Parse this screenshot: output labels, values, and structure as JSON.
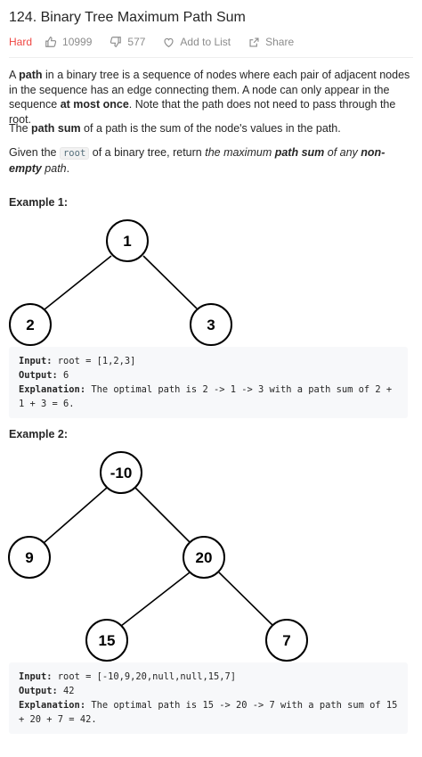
{
  "problem": {
    "title": "124. Binary Tree Maximum Path Sum",
    "difficulty": "Hard",
    "likes": "10999",
    "dislikes": "577",
    "add_to_list": "Add to List",
    "share": "Share"
  },
  "description": {
    "p1_a": "A ",
    "p1_b": "path",
    "p1_c": " in a binary tree is a sequence of nodes where each pair of adjacent nodes in the sequence has an edge connecting them. A node can only appear in the sequence ",
    "p1_d": "at most once",
    "p1_e": ". Note that the path does not need to pass through the root.",
    "p2_a": "The ",
    "p2_b": "path sum",
    "p2_c": " of a path is the sum of the node's values in the path.",
    "p3_a": "Given the ",
    "p3_code": "root",
    "p3_b": " of a binary tree, return ",
    "p3_c": "the maximum ",
    "p3_d": "path sum",
    "p3_e": " of any ",
    "p3_f": "non-empty",
    "p3_g": " path",
    "p3_h": "."
  },
  "examples": [
    {
      "title": "Example 1:",
      "nodes": [
        "1",
        "2",
        "3"
      ],
      "input_label": "Input:",
      "input": " root = [1,2,3]",
      "output_label": "Output:",
      "output": " 6",
      "explanation_label": "Explanation:",
      "explanation": " The optimal path is 2 -> 1 -> 3 with a path sum of 2 + 1 + 3 = 6."
    },
    {
      "title": "Example 2:",
      "nodes": [
        "-10",
        "9",
        "20",
        "15",
        "7"
      ],
      "input_label": "Input:",
      "input": " root = [-10,9,20,null,null,15,7]",
      "output_label": "Output:",
      "output": " 42",
      "explanation_label": "Explanation:",
      "explanation": " The optimal path is 15 -> 20 -> 7 with a path sum of 15 + 20 + 7 = 42."
    }
  ],
  "colors": {
    "difficulty_hard": "#ef4743",
    "muted": "#8c8c8c",
    "code_bg": "#f7f8fa"
  },
  "icons": {
    "like": "thumbs-up-icon",
    "dislike": "thumbs-down-icon",
    "add_to_list": "heart-icon",
    "share": "share-icon"
  }
}
